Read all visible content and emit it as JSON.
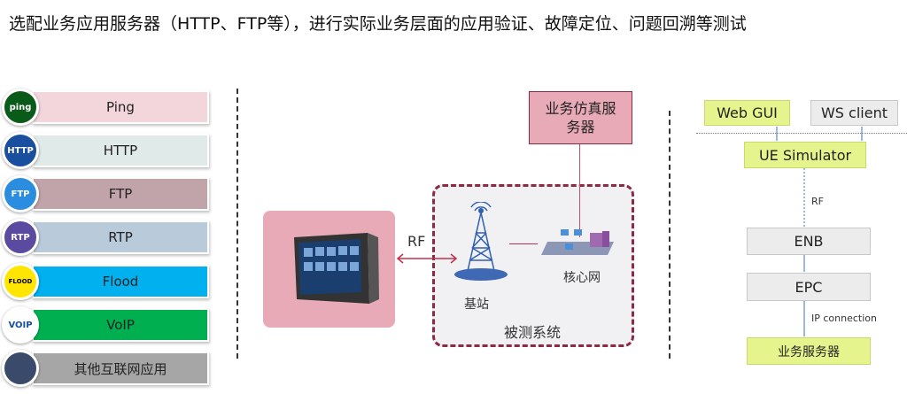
{
  "title": "选配业务应用服务器（HTTP、FTP等），进行实际业务层面的应用验证、故障定位、问题回溯等测试",
  "services": [
    {
      "label": "Ping",
      "icon": "ping-icon",
      "icon_text": "ping",
      "color": "#f3d5dc"
    },
    {
      "label": "HTTP",
      "icon": "http-icon",
      "icon_text": "HTTP",
      "color": "#e0ebe9"
    },
    {
      "label": "FTP",
      "icon": "ftp-icon",
      "icon_text": "FTP",
      "color": "#c0a4a9"
    },
    {
      "label": "RTP",
      "icon": "rtp-globe-icon",
      "icon_text": "RTP",
      "color": "#b9cbdb"
    },
    {
      "label": "Flood",
      "icon": "flood-warning-icon",
      "icon_text": "FLOOD",
      "color": "#00b0ef"
    },
    {
      "label": "VoIP",
      "icon": "voip-icon",
      "icon_text": "VOIP",
      "color": "#00b050"
    },
    {
      "label": "其他互联网应用",
      "icon": "monitor-user-icon",
      "icon_text": "",
      "color": "#a6a6a6"
    }
  ],
  "middle": {
    "server_label": "业务仿真服务器",
    "rf_label": "RF",
    "base_station_label": "基站",
    "core_network_label": "核心网",
    "system_under_test_label": "被测系统"
  },
  "right": {
    "web_gui": "Web GUI",
    "ws_client": "WS client",
    "ue_simulator": "UE Simulator",
    "rf_label": "RF",
    "enb": "ENB",
    "epc": "EPC",
    "ip_connection": "IP connection",
    "service_server": "业务服务器"
  }
}
